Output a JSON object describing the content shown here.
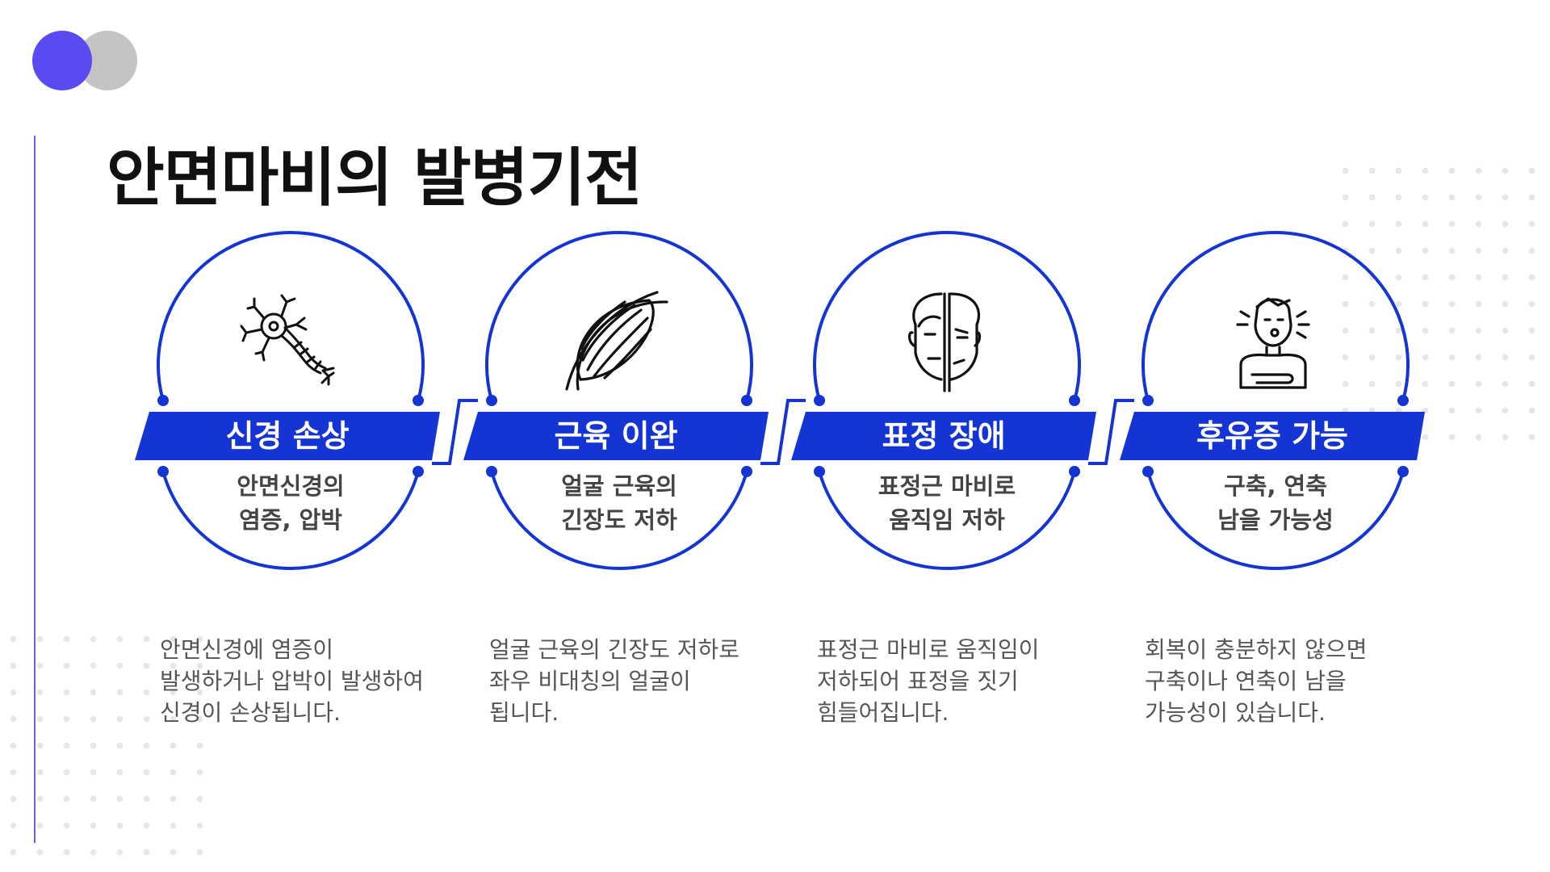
{
  "title": "안면마비의 발병기전",
  "accent_color": "#1434d4",
  "steps": [
    {
      "icon": "neuron-icon",
      "label": "신경 손상",
      "sub_lines": [
        "안면신경의",
        "염증, 압박"
      ],
      "description": "안면신경에  염증이  발생하거나 압박이 발생하여 신경이 손상됩니다."
    },
    {
      "icon": "muscle-icon",
      "label": "근육 이완",
      "sub_lines": [
        "얼굴 근육의",
        "긴장도 저하"
      ],
      "description": "얼굴 근육의 긴장도 저하로 좌우 비대칭의 얼굴이 됩니다."
    },
    {
      "icon": "half-face-icon",
      "label": "표정 장애",
      "sub_lines": [
        "표정근 마비로",
        "움직임 저하"
      ],
      "description": "표정근 마비로 움직임이 저하되어 표정을 짓기 힘들어집니다."
    },
    {
      "icon": "sick-person-icon",
      "label": "후유증 가능",
      "sub_lines": [
        "구축, 연축",
        "남을 가능성"
      ],
      "description": "회복이 충분하지 않으면 구축이나 연축이 남을 가능성이 있습니다."
    }
  ]
}
